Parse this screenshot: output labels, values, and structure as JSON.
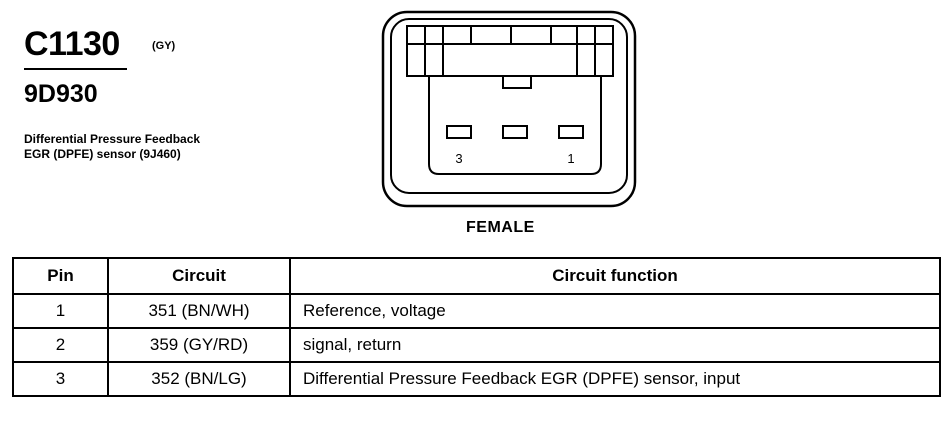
{
  "header": {
    "connector_id": "C1130",
    "color_code": "(GY)",
    "part_number": "9D930",
    "description_line1": "Differential Pressure Feedback",
    "description_line2": "EGR (DPFE) sensor (9J460)"
  },
  "diagram": {
    "pin_label_left": "3",
    "pin_label_right": "1",
    "gender_label": "FEMALE"
  },
  "table": {
    "headers": [
      "Pin",
      "Circuit",
      "Circuit function"
    ],
    "rows": [
      {
        "pin": "1",
        "circuit": "351 (BN/WH)",
        "function": "Reference, voltage"
      },
      {
        "pin": "2",
        "circuit": "359 (GY/RD)",
        "function": "signal, return"
      },
      {
        "pin": "3",
        "circuit": "352 (BN/LG)",
        "function": "Differential Pressure Feedback EGR (DPFE) sensor, input"
      }
    ]
  }
}
